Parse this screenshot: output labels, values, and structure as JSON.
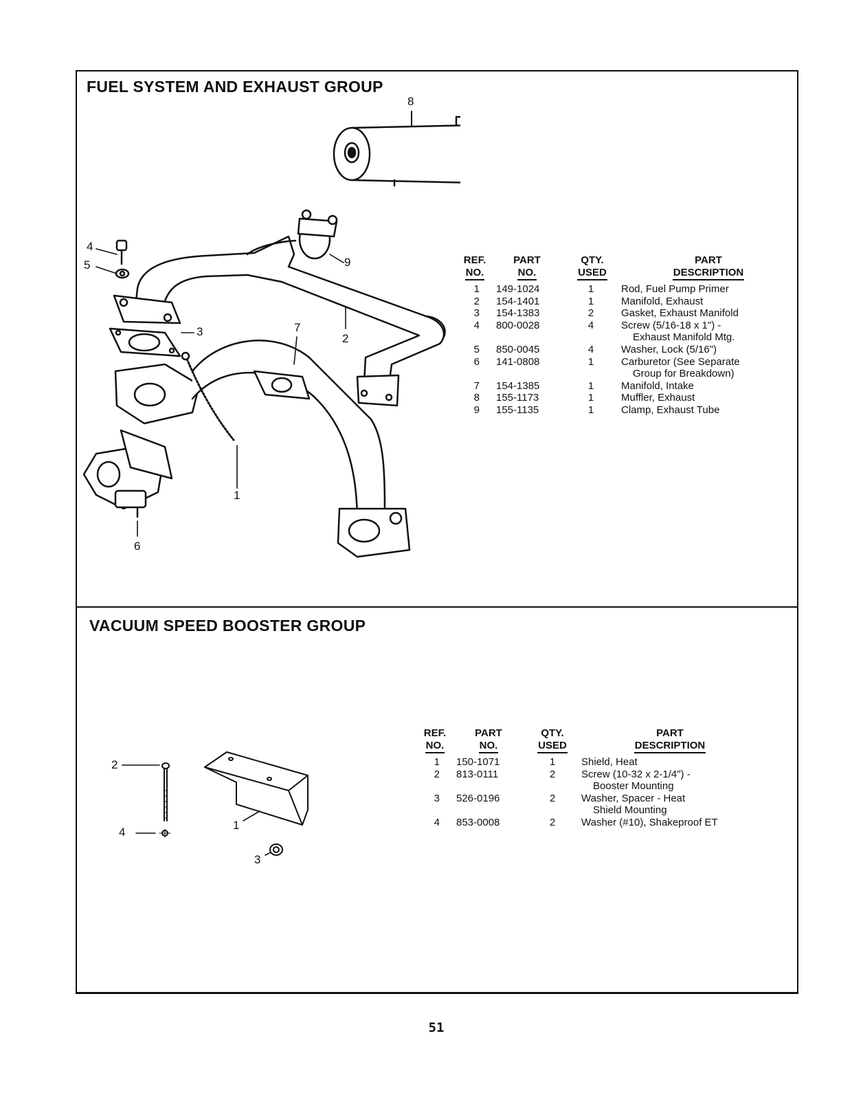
{
  "page_number": "51",
  "fuel_section": {
    "title": "FUEL SYSTEM AND EXHAUST GROUP",
    "callouts": {
      "c1": "1",
      "c2": "2",
      "c3": "3",
      "c4": "4",
      "c5": "5",
      "c6": "6",
      "c7": "7",
      "c8": "8",
      "c9": "9"
    },
    "headers": {
      "ref": [
        "REF.",
        "NO."
      ],
      "part": [
        "PART",
        "NO."
      ],
      "qty": [
        "QTY.",
        "USED"
      ],
      "desc": [
        "PART",
        "DESCRIPTION"
      ]
    },
    "rows": [
      {
        "ref": "1",
        "part": "149-1024",
        "qty": "1",
        "desc": "Rod, Fuel Pump Primer",
        "desc2": ""
      },
      {
        "ref": "2",
        "part": "154-1401",
        "qty": "1",
        "desc": "Manifold, Exhaust",
        "desc2": ""
      },
      {
        "ref": "3",
        "part": "154-1383",
        "qty": "2",
        "desc": "Gasket, Exhaust Manifold",
        "desc2": ""
      },
      {
        "ref": "4",
        "part": "800-0028",
        "qty": "4",
        "desc": "Screw (5/16-18 x 1\") -",
        "desc2": "Exhaust Manifold Mtg."
      },
      {
        "ref": "5",
        "part": "850-0045",
        "qty": "4",
        "desc": "Washer, Lock (5/16\")",
        "desc2": ""
      },
      {
        "ref": "6",
        "part": "141-0808",
        "qty": "1",
        "desc": "Carburetor (See Separate",
        "desc2": "Group for Breakdown)"
      },
      {
        "ref": "7",
        "part": "154-1385",
        "qty": "1",
        "desc": "Manifold, Intake",
        "desc2": ""
      },
      {
        "ref": "8",
        "part": "155-1173",
        "qty": "1",
        "desc": "Muffler, Exhaust",
        "desc2": ""
      },
      {
        "ref": "9",
        "part": "155-1135",
        "qty": "1",
        "desc": "Clamp, Exhaust Tube",
        "desc2": ""
      }
    ]
  },
  "vacuum_section": {
    "title": "VACUUM SPEED BOOSTER GROUP",
    "callouts": {
      "c1": "1",
      "c2": "2",
      "c3": "3",
      "c4": "4"
    },
    "headers": {
      "ref": [
        "REF.",
        "NO."
      ],
      "part": [
        "PART",
        "NO."
      ],
      "qty": [
        "QTY.",
        "USED"
      ],
      "desc": [
        "PART",
        "DESCRIPTION"
      ]
    },
    "rows": [
      {
        "ref": "1",
        "part": "150-1071",
        "qty": "1",
        "desc": "Shield, Heat",
        "desc2": ""
      },
      {
        "ref": "2",
        "part": "813-0111",
        "qty": "2",
        "desc": "Screw (10-32 x 2-1/4\") -",
        "desc2": "Booster Mounting"
      },
      {
        "ref": "3",
        "part": "526-0196",
        "qty": "2",
        "desc": "Washer, Spacer - Heat",
        "desc2": "Shield Mounting"
      },
      {
        "ref": "4",
        "part": "853-0008",
        "qty": "2",
        "desc": "Washer (#10), Shakeproof ET",
        "desc2": ""
      }
    ]
  }
}
